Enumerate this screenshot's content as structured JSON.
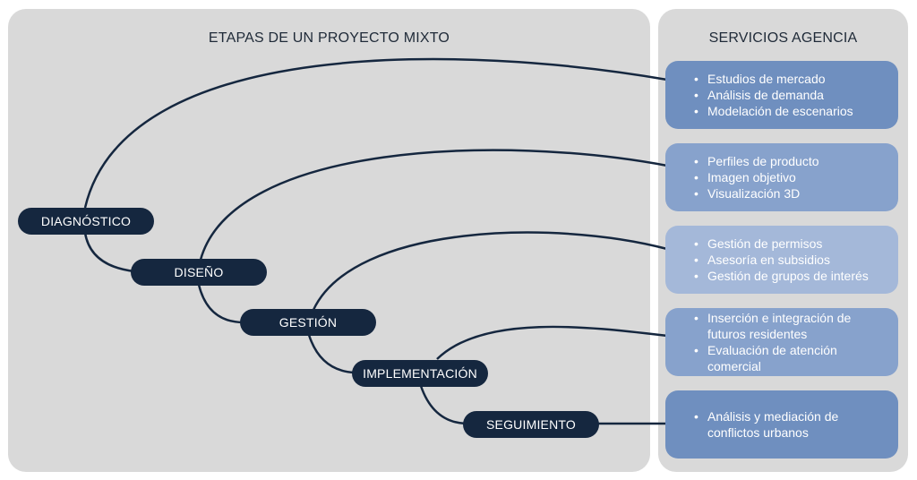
{
  "panels": {
    "stages_title": "ETAPAS DE UN PROYECTO MIXTO",
    "services_title": "SERVICIOS AGENCIA"
  },
  "stages": [
    {
      "label": "DIAGNÓSTICO"
    },
    {
      "label": "DISEÑO"
    },
    {
      "label": "GESTIÓN"
    },
    {
      "label": "IMPLEMENTACIÓN"
    },
    {
      "label": "SEGUIMIENTO"
    }
  ],
  "services": [
    {
      "items": [
        "Estudios de mercado",
        "Análisis de demanda",
        "Modelación de escenarios"
      ],
      "color": "#6f8fbf"
    },
    {
      "items": [
        "Perfiles de producto",
        "Imagen objetivo",
        "Visualización 3D"
      ],
      "color": "#87a2cc"
    },
    {
      "items": [
        "Gestión de permisos",
        "Asesoría en subsidios",
        "Gestión de grupos de interés"
      ],
      "color": "#a4b8d9"
    },
    {
      "items": [
        "Inserción e integración de futuros residentes",
        "Evaluación de atención comercial"
      ],
      "color": "#87a2cc"
    },
    {
      "items": [
        "Análisis y mediación de conflictos urbanos"
      ],
      "color": "#6f8fbf"
    }
  ],
  "colors": {
    "panel": "#d9d9d9",
    "pill": "#15273f",
    "connector": "#15273f"
  }
}
